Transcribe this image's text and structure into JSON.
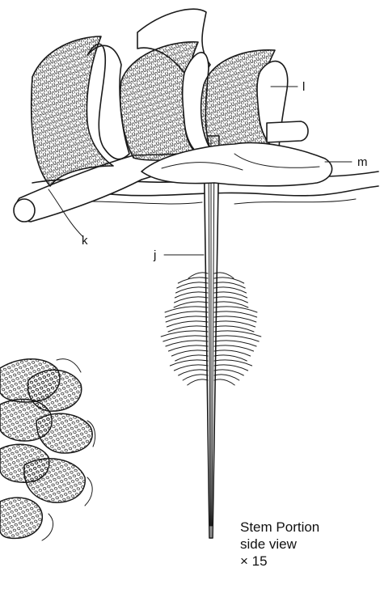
{
  "labels": {
    "l": "l",
    "m": "m",
    "k": "k",
    "j": "j"
  },
  "caption": {
    "line1": "Stem Portion",
    "line2": "side view",
    "line3": "× 15"
  }
}
